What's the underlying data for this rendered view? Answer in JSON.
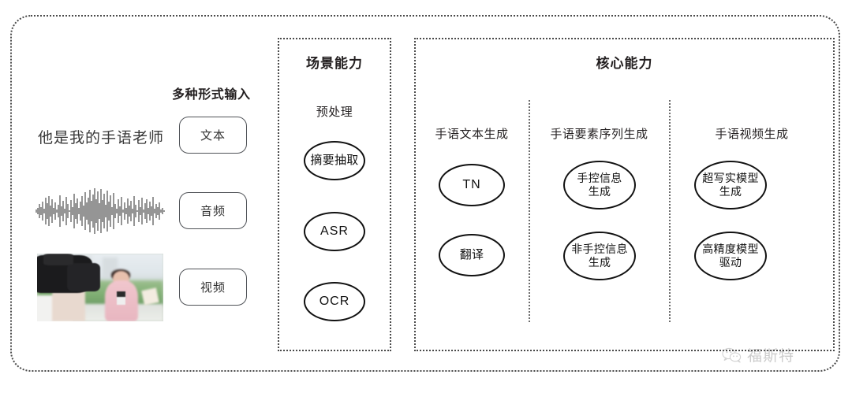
{
  "diagram": {
    "input_section": {
      "heading": "多种形式输入",
      "sample_text": "他是我的手语老师",
      "waveform_icon": "audio-waveform",
      "video_thumbnail_alt": "camera-operator-filming-reporter",
      "modalities": [
        {
          "label": "文本",
          "icon": "text-modality"
        },
        {
          "label": "音频",
          "icon": "audio-modality"
        },
        {
          "label": "视频",
          "icon": "video-modality"
        }
      ]
    },
    "scene_panel": {
      "title": "场景能力",
      "subtitle": "预处理",
      "nodes": [
        {
          "label": "摘要抽取",
          "lines": [
            "摘要抽取"
          ]
        },
        {
          "label": "ASR",
          "lines": [
            "ASR"
          ]
        },
        {
          "label": "OCR",
          "lines": [
            "OCR"
          ]
        }
      ]
    },
    "core_panel": {
      "title": "核心能力",
      "columns": [
        {
          "label": "手语文本生成",
          "nodes": [
            {
              "label": "TN",
              "lines": [
                "TN"
              ]
            },
            {
              "label": "翻译",
              "lines": [
                "翻译"
              ]
            }
          ]
        },
        {
          "label": "手语要素序列生成",
          "nodes": [
            {
              "label": "手控信息生成",
              "lines": [
                "手控信息",
                "生成"
              ]
            },
            {
              "label": "非手控信息生成",
              "lines": [
                "非手控信息",
                "生成"
              ]
            }
          ]
        },
        {
          "label": "手语视频生成",
          "nodes": [
            {
              "label": "超写实模型生成",
              "lines": [
                "超写实模型",
                "生成"
              ]
            },
            {
              "label": "高精度模型驱动",
              "lines": [
                "高精度模型",
                "驱动"
              ]
            }
          ]
        }
      ]
    },
    "watermark": {
      "text": "福斯特",
      "icon": "wechat-bubbles-icon"
    },
    "colors": {
      "border": "#4a4a4a",
      "node_stroke": "#111111",
      "text": "#231f20",
      "pill_stroke": "#4f5257",
      "watermark": "#7a7a7a"
    }
  }
}
